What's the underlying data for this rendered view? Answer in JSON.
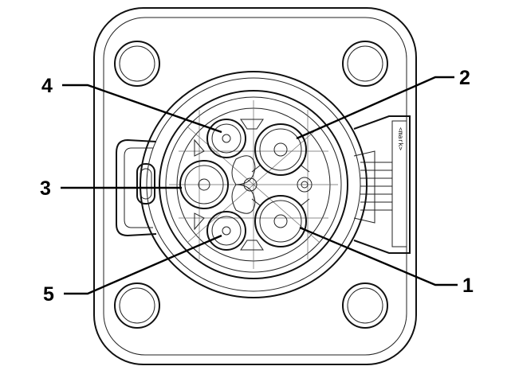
{
  "callouts": {
    "pin_1": "1",
    "pin_2": "2",
    "pin_3": "3",
    "pin_4": "4",
    "pin_5": "5"
  },
  "side_marking": "<mark>"
}
